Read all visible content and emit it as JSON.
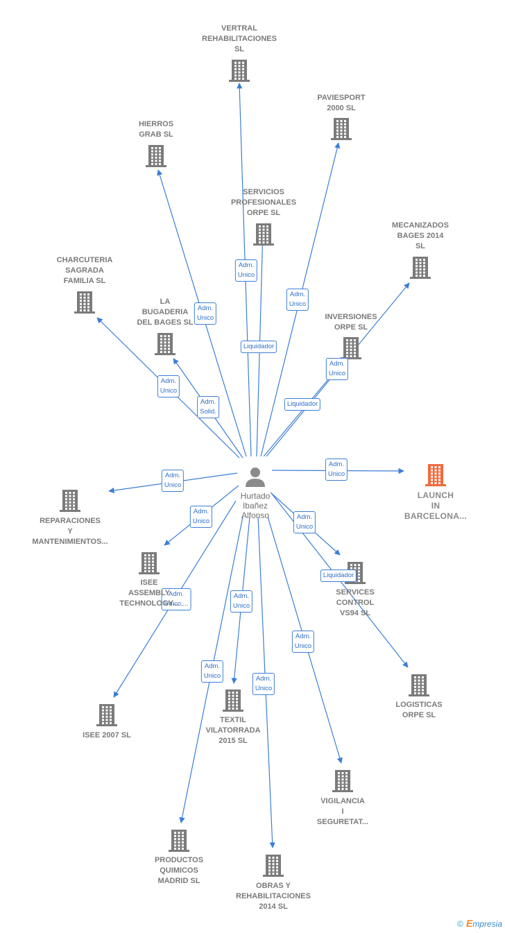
{
  "center": {
    "name_lines": [
      "Hurtado",
      "Ibañez",
      "Alfonso"
    ]
  },
  "companies": [
    {
      "id": "vertral",
      "lines": [
        "VERTRAL",
        "REHABILITACIONES",
        "SL"
      ],
      "highlight": false
    },
    {
      "id": "paviesport",
      "lines": [
        "PAVIESPORT",
        "2000  SL"
      ],
      "highlight": false
    },
    {
      "id": "hierros",
      "lines": [
        "HIERROS",
        "GRAB  SL"
      ],
      "highlight": false
    },
    {
      "id": "servicios",
      "lines": [
        "SERVICIOS",
        "PROFESIONALES",
        "ORPE SL"
      ],
      "highlight": false
    },
    {
      "id": "mecanizados",
      "lines": [
        "MECANIZADOS",
        "BAGES 2014",
        "SL"
      ],
      "highlight": false
    },
    {
      "id": "charcuteria",
      "lines": [
        "CHARCUTERIA",
        "SAGRADA",
        "FAMILIA  SL"
      ],
      "highlight": false
    },
    {
      "id": "bugaderia",
      "lines": [
        "LA",
        "BUGADERIA",
        "DEL BAGES  SL"
      ],
      "highlight": false
    },
    {
      "id": "inversiones",
      "lines": [
        "INVERSIONES",
        "ORPE SL"
      ],
      "highlight": false
    },
    {
      "id": "launch",
      "lines": [
        "LAUNCH",
        "IN",
        "BARCELONA..."
      ],
      "highlight": true
    },
    {
      "id": "reparaciones",
      "lines": [
        "REPARACIONES",
        "Y",
        "MANTENIMIENTOS..."
      ],
      "highlight": false
    },
    {
      "id": "isee_assem",
      "lines": [
        "ISEE",
        "ASSEMBLY",
        "TECHNOLOGY..."
      ],
      "highlight": false
    },
    {
      "id": "services",
      "lines": [
        "SERVICES",
        "CONTROL",
        "VS94 SL"
      ],
      "highlight": false
    },
    {
      "id": "logisticas",
      "lines": [
        "LOGISTICAS",
        "ORPE SL"
      ],
      "highlight": false
    },
    {
      "id": "isee2007",
      "lines": [
        "ISEE 2007 SL"
      ],
      "highlight": false
    },
    {
      "id": "textil",
      "lines": [
        "TEXTIL",
        "VILATORRADA",
        "2015  SL"
      ],
      "highlight": false
    },
    {
      "id": "vigilancia",
      "lines": [
        "VIGILANCIA",
        "I",
        "SEGURETAT..."
      ],
      "highlight": false
    },
    {
      "id": "productos",
      "lines": [
        "PRODUCTOS",
        "QUIMICOS",
        "MADRID  SL"
      ],
      "highlight": false
    },
    {
      "id": "obras",
      "lines": [
        "OBRAS Y",
        "REHABILITACIONES",
        "2014  SL"
      ],
      "highlight": false
    }
  ],
  "edges": [
    {
      "to": "vertral",
      "role_lines": [
        "Adm.",
        "Unico"
      ]
    },
    {
      "to": "paviesport",
      "role_lines": [
        "Adm.",
        "Unico"
      ]
    },
    {
      "to": "hierros",
      "role_lines": [
        "Adm.",
        "Unico"
      ]
    },
    {
      "to": "servicios",
      "role_lines": [
        "Liquidador"
      ]
    },
    {
      "to": "mecanizados",
      "role_lines": [
        "Liquidador"
      ]
    },
    {
      "to": "charcuteria",
      "role_lines": [
        "Adm.",
        "Unico"
      ]
    },
    {
      "to": "bugaderia",
      "role_lines": [
        "Adm.",
        "Solid."
      ]
    },
    {
      "to": "inversiones",
      "role_lines": [
        "Adm.",
        "Unico"
      ]
    },
    {
      "to": "launch",
      "role_lines": [
        "Adm.",
        "Unico"
      ]
    },
    {
      "to": "reparaciones",
      "role_lines": [
        "Adm.",
        "Unico"
      ]
    },
    {
      "to": "isee_assem",
      "role_lines": [
        "Adm.",
        "Unico"
      ]
    },
    {
      "to": "services",
      "role_lines": [
        "Adm.",
        "Unico"
      ]
    },
    {
      "to": "logisticas",
      "role_lines": [
        "Liquidador"
      ]
    },
    {
      "to": "isee2007",
      "role_lines": [
        "Adm.",
        "Unico,..."
      ]
    },
    {
      "to": "textil",
      "role_lines": [
        "Adm.",
        "Unico"
      ]
    },
    {
      "to": "vigilancia",
      "role_lines": [
        "Adm.",
        "Unico"
      ]
    },
    {
      "to": "productos",
      "role_lines": [
        "Adm.",
        "Unico"
      ]
    },
    {
      "to": "obras",
      "role_lines": [
        "Adm.",
        "Unico"
      ]
    }
  ],
  "colors": {
    "edge": "#3b7ed6",
    "building": "#7b7b7b",
    "building_highlight": "#f26a3d",
    "person": "#8a8a8a"
  },
  "footer": {
    "copyright": "©",
    "brand_initial": "E",
    "brand_rest": "mpresia"
  }
}
